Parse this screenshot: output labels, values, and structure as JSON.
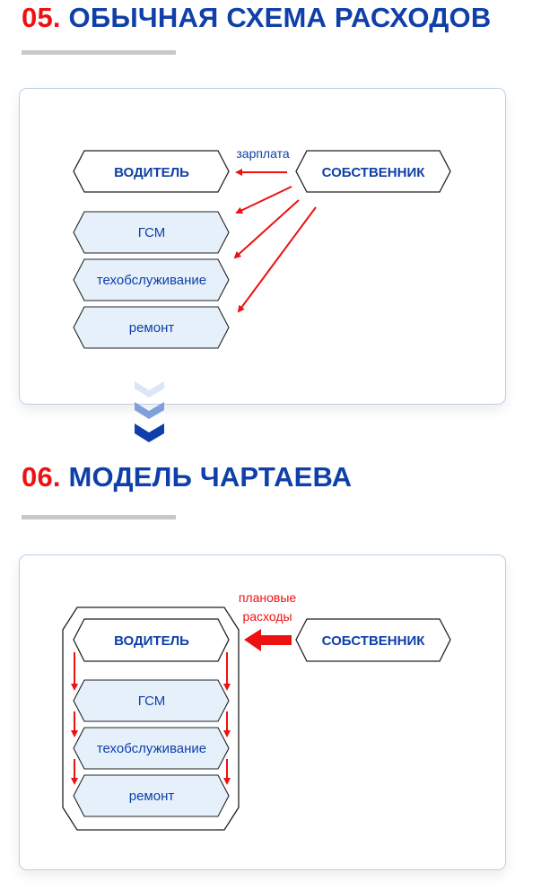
{
  "section1": {
    "number": "05.",
    "title": "ОБЫЧНАЯ СХЕМА РАСХОДОВ",
    "diagram": {
      "driver": "ВОДИТЕЛЬ",
      "owner": "СОБСТВЕННИК",
      "salary_label": "зарплата",
      "items": [
        "ГСМ",
        "техобслуживание",
        "ремонт"
      ]
    }
  },
  "section2": {
    "number": "06.",
    "title": "МОДЕЛЬ ЧАРТАЕВА",
    "diagram": {
      "driver": "ВОДИТЕЛЬ",
      "owner": "СОБСТВЕННИК",
      "planned_label_line1": "плановые",
      "planned_label_line2": "расходы",
      "items": [
        "ГСМ",
        "техобслуживание",
        "ремонт"
      ]
    }
  },
  "colors": {
    "accent_blue": "#0f3fa8",
    "accent_red": "#ee1111",
    "box_fill": "#e6f0fb"
  }
}
